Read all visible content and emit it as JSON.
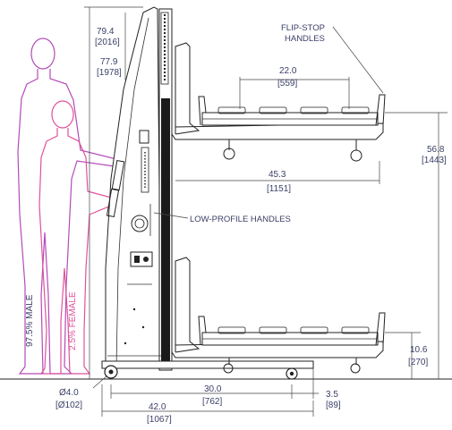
{
  "dimensions": {
    "overall_height": {
      "inch": "79.4",
      "mm": "[2016]"
    },
    "column_height": {
      "inch": "77.9",
      "mm": "[1978]"
    },
    "tray_width": {
      "inch": "22.0",
      "mm": "[559]"
    },
    "tray_depth": {
      "inch": "45.3",
      "mm": "[1151]"
    },
    "upper_tray_height": {
      "inch": "56.8",
      "mm": "[1443]"
    },
    "lower_tray_height": {
      "inch": "10.6",
      "mm": "[270]"
    },
    "wheel_diameter": {
      "inch": "Ø4.0",
      "mm": "[Ø102]"
    },
    "base_length": {
      "inch": "30.0",
      "mm": "[762]"
    },
    "wheel_offset": {
      "inch": "3.5",
      "mm": "[89]"
    },
    "overall_length": {
      "inch": "42.0",
      "mm": "[1067]"
    }
  },
  "callouts": {
    "flip_stop_line1": "FLIP-STOP",
    "flip_stop_line2": "HANDLES",
    "low_profile": "LOW-PROFILE HANDLES"
  },
  "silhouettes": {
    "male": "97.5% MALE",
    "female": "2.5% FEMALE"
  },
  "colors": {
    "male": "#b24bb8",
    "female": "#e0529a",
    "line": "#222222",
    "text": "#3a3f66"
  }
}
